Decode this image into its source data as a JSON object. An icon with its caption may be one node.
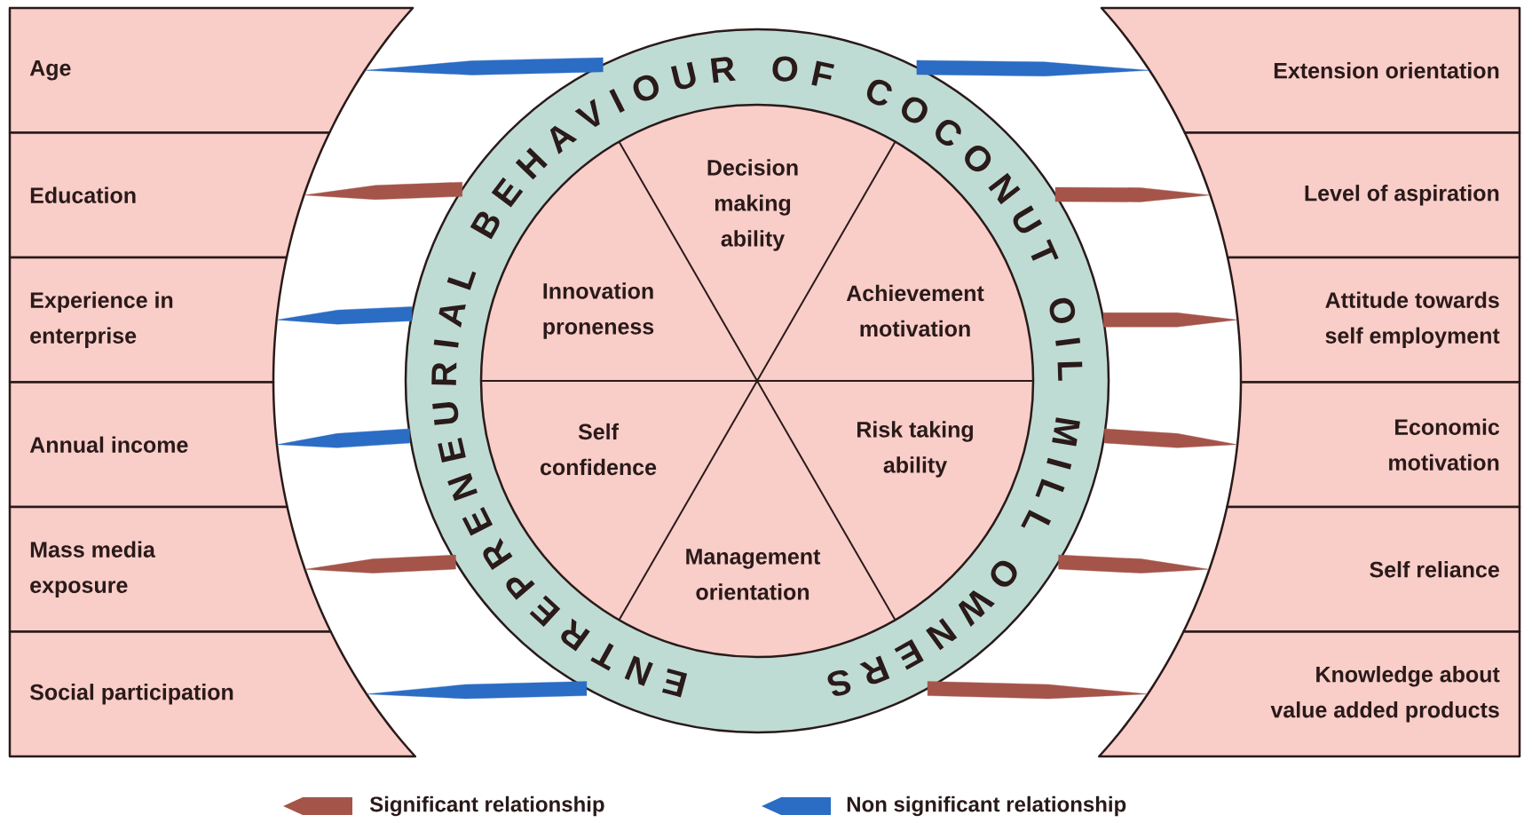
{
  "diagram": {
    "nodes": [
      {
        "text": [
          "Age"
        ]
      },
      {
        "text": [
          "Education"
        ]
      },
      {
        "text": [
          "Experience in enterprise"
        ]
      },
      {
        "text": [
          "Annual income"
        ]
      },
      {
        "text": [
          "Mass media exposure"
        ]
      },
      {
        "text": [
          "Social participation"
        ]
      },
      {
        "text": [
          "ENTREPRENEURIAL BEHAVIOUR OF COCONUT OIL MILL OWNERS"
        ]
      },
      {
        "text": [
          "Decision making ability"
        ],
        "in": 6
      },
      {
        "text": [
          "Innovation proneness"
        ],
        "in": 6
      },
      {
        "text": [
          "Achievement motivation"
        ],
        "in": 6
      },
      {
        "text": [
          "Self confidence"
        ],
        "in": 6
      },
      {
        "text": [
          "Risk taking ability"
        ],
        "in": 6
      },
      {
        "text": [
          "Management orientation"
        ],
        "in": 6
      },
      {
        "text": [
          "Extension orientation"
        ]
      },
      {
        "text": [
          "Level of aspiration"
        ]
      },
      {
        "text": [
          "Attitude towards self employment"
        ]
      },
      {
        "text": [
          "Economic motivation"
        ]
      },
      {
        "text": [
          "Self reliance"
        ]
      },
      {
        "text": [
          "Knowledge about value added products"
        ]
      }
    ],
    "edges": [
      {
        "from": 6,
        "to": 0,
        "arrow": "to",
        "color": "#2b6cc4"
      },
      {
        "from": 6,
        "to": 1,
        "arrow": "to"
      },
      {
        "from": 6,
        "to": 2,
        "arrow": "to",
        "color": "#2b6cc4"
      },
      {
        "from": 6,
        "to": 3,
        "arrow": "to",
        "color": "#2b6cc4"
      },
      {
        "from": 6,
        "to": 4,
        "arrow": "to"
      },
      {
        "from": 6,
        "to": 5,
        "arrow": "to",
        "color": "#2b6cc4"
      },
      {
        "from": 6,
        "to": 13,
        "arrow": "to",
        "color": "#2b6cc4"
      },
      {
        "from": 6,
        "to": 14,
        "arrow": "to"
      },
      {
        "from": 6,
        "to": 15,
        "arrow": "to"
      },
      {
        "from": 6,
        "to": 16,
        "arrow": "to"
      },
      {
        "from": 6,
        "to": 17,
        "arrow": "to"
      },
      {
        "from": 6,
        "to": 18,
        "arrow": "to"
      }
    ],
    "legend": [
      {
        "text": "Significant relationship",
        "color": "#a5544a"
      },
      {
        "text": "Non significant relationship",
        "color": "#2b6cc4"
      }
    ]
  }
}
